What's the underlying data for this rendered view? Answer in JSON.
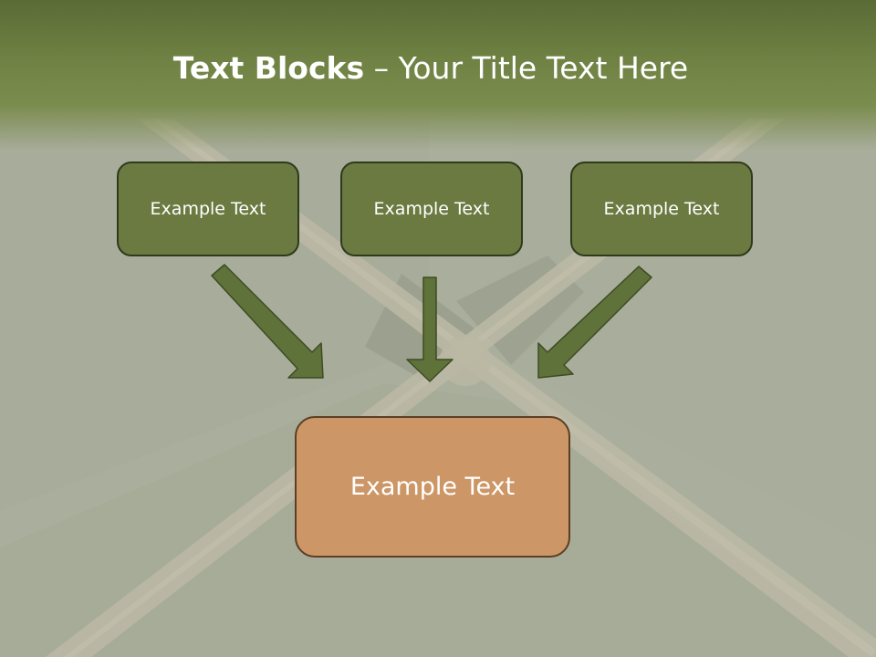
{
  "title": {
    "bold": "Text Blocks",
    "separator": " – ",
    "rest": "Your Title Text Here"
  },
  "boxes": {
    "top_left": "Example Text",
    "top_center": "Example Text",
    "top_right": "Example Text",
    "bottom": "Example Text"
  },
  "colors": {
    "header_green": "#6f8243",
    "box_green": "#6a7a40",
    "box_orange": "#cc9666",
    "arrow_green": "#5f7239"
  }
}
